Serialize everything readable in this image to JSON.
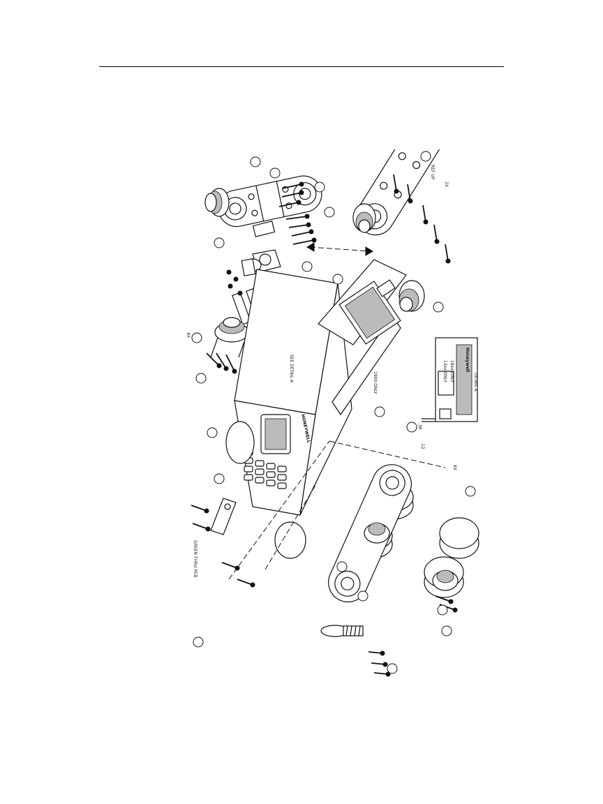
{
  "figure": {
    "labels": {
      "brand": "HONEYWELL",
      "detail_brand": "Honeywell",
      "detail_title": "DETAIL A",
      "see_detail": "SEE DETAIL A",
      "green_pcb": "GREEN THRU PCB",
      "only_13": "13xx ONLY",
      "only_18": "18xx ONLY",
      "only_19": "1900 ONLY",
      "mark_4x": "4X",
      "mark_2x": "2X",
      "mark_8x": "8X",
      "ref_top": "REF UP",
      "dim_1": ".38",
      "dim_2": ".12"
    }
  }
}
